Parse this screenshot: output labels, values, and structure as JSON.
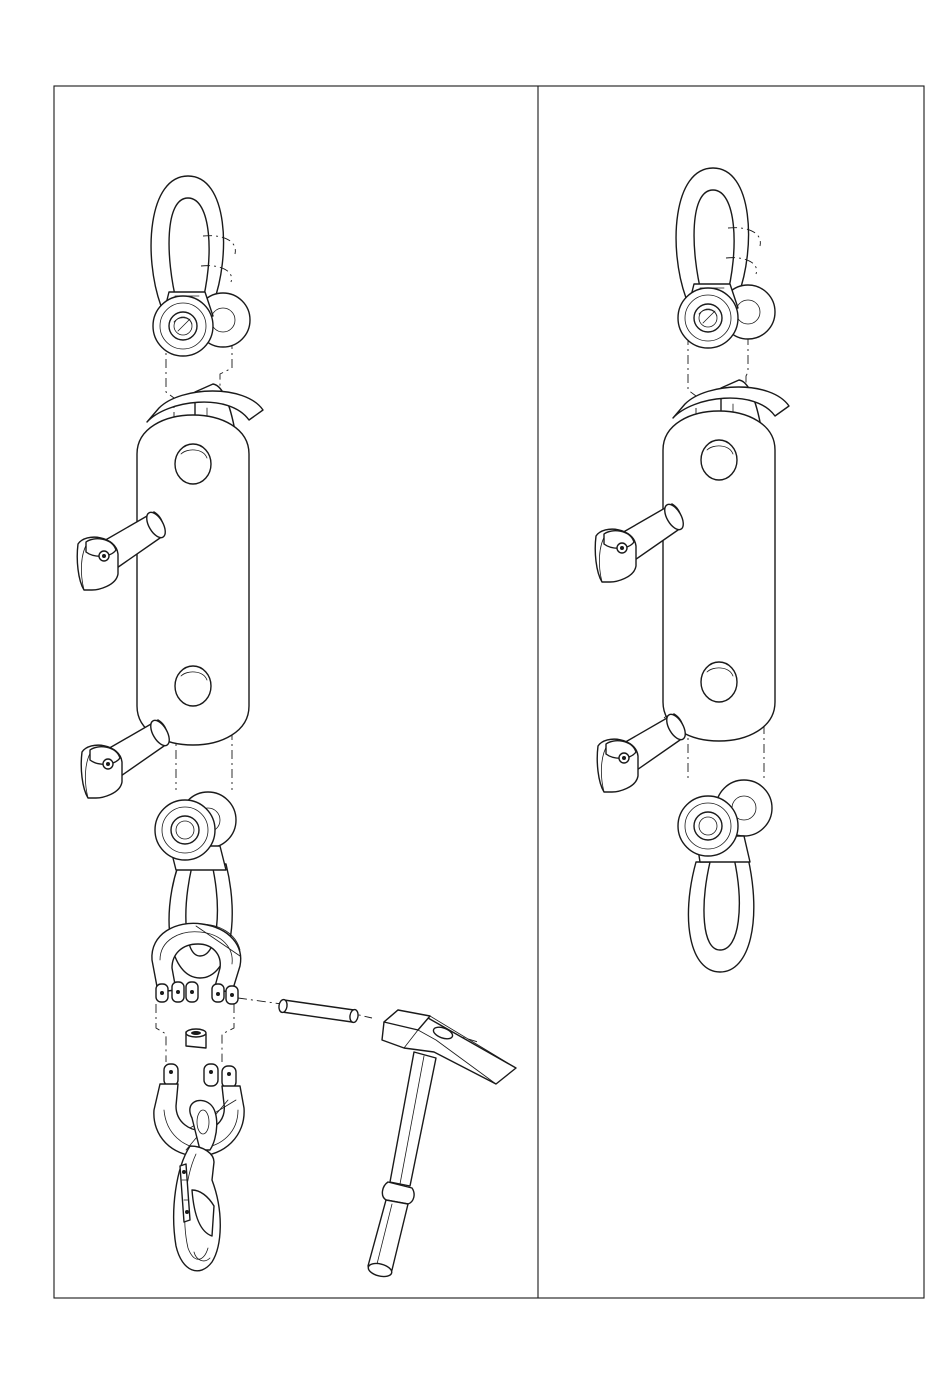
{
  "figure": {
    "panels": [
      {
        "id": "left",
        "components": [
          "top-shackle",
          "link-plate",
          "upper-bolt",
          "lower-bolt",
          "bottom-shackle",
          "coupling-link",
          "connecting-pin",
          "sleeve-bushing",
          "safety-hook",
          "hammer"
        ]
      },
      {
        "id": "right",
        "components": [
          "top-shackle",
          "link-plate",
          "upper-bolt",
          "lower-bolt",
          "bottom-shackle"
        ]
      }
    ]
  },
  "colors": {
    "line": "#1a1a1a",
    "background": "#ffffff"
  }
}
